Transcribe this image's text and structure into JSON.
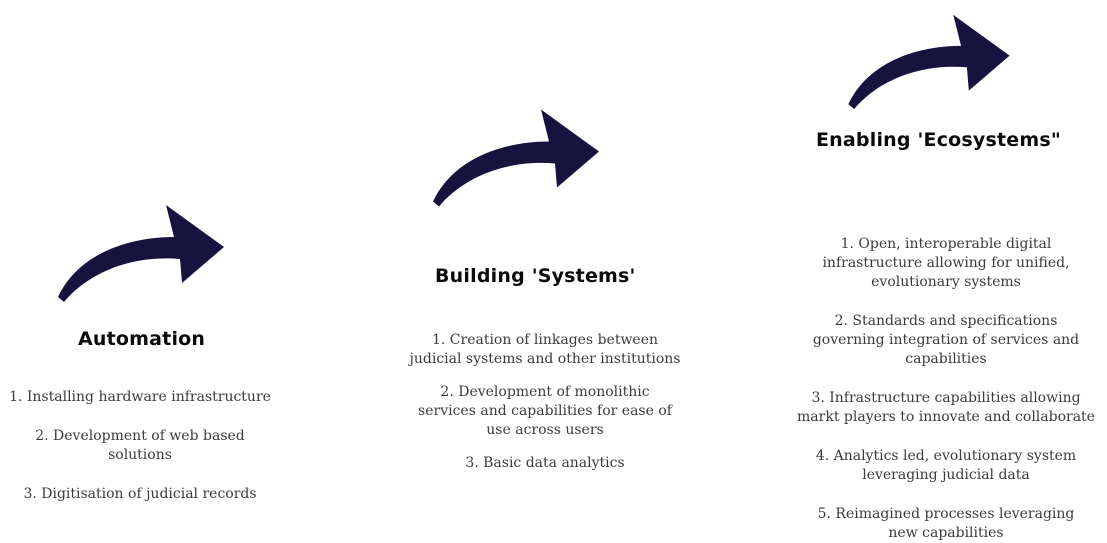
{
  "stages": [
    {
      "title": "Automation",
      "items": [
        "1. Installing hardware infrastructure",
        "2. Development of web based solutions",
        "3. Digitisation of judicial records"
      ]
    },
    {
      "title": "Building 'Systems'",
      "items": [
        "1. Creation of linkages between judicial systems and other institutions",
        "2. Development of monolithic services and capabilities for ease of use across users",
        "3. Basic data analytics"
      ]
    },
    {
      "title": "Enabling 'Ecosystems\"",
      "items": [
        "1. Open, interoperable digital infrastructure allowing for unified, evolutionary systems",
        "2. Standards and specifications governing integration of services and capabilities",
        "3. Infrastructure capabilities allowing markt players to innovate and collaborate",
        "4. Analytics led, evolutionary system leveraging judicial data",
        "5. Reimagined processes leveraging new capabilities"
      ]
    }
  ],
  "colors": {
    "arrow": "#17133f",
    "title": "#0b0b0b",
    "text": "#3b3b3b"
  },
  "icons": {
    "arrow": "curved-arrow-icon"
  }
}
